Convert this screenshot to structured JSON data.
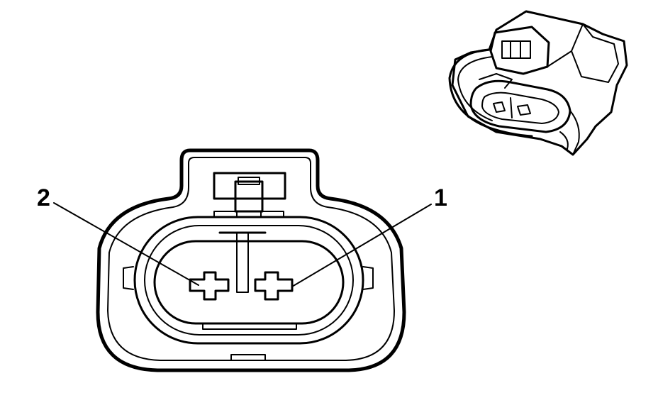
{
  "diagram": {
    "callouts": [
      {
        "label": "2",
        "refers_to": "terminal-2"
      },
      {
        "label": "1",
        "refers_to": "terminal-1"
      }
    ],
    "colors": {
      "line": "#000000",
      "background": "#ffffff"
    }
  }
}
